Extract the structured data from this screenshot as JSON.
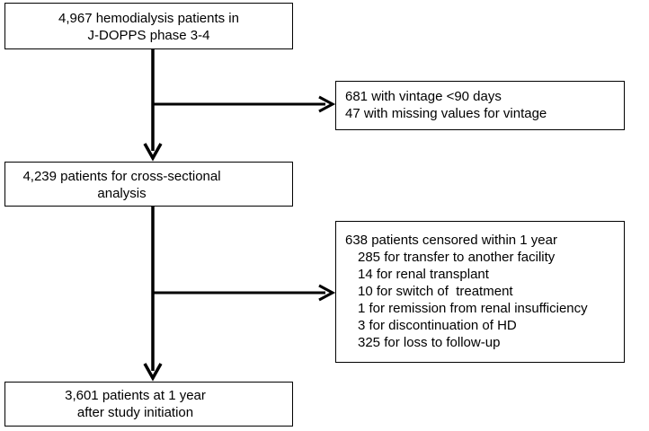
{
  "flowchart": {
    "box_start": {
      "lines": [
        "4,967 hemodialysis patients in",
        "J-DOPPS phase 3-4"
      ]
    },
    "box_excluded_vintage": {
      "lines": [
        "681 with vintage <90 days",
        "47 with missing values for vintage"
      ]
    },
    "box_cross_sectional": {
      "lines": [
        "4,239 patients for cross-sectional",
        "analysis"
      ]
    },
    "box_censored": {
      "title": "638 patients censored within 1 year",
      "items": [
        "285 for transfer to another facility",
        "14 for renal transplant",
        "10 for switch of  treatment",
        "1 for remission from renal insufficiency",
        "3 for discontinuation of HD",
        "325 for loss to follow-up"
      ]
    },
    "box_one_year": {
      "lines": [
        "3,601 patients at 1 year",
        "after study initiation"
      ]
    }
  },
  "colors": {
    "stroke": "#000000",
    "background": "#ffffff"
  }
}
